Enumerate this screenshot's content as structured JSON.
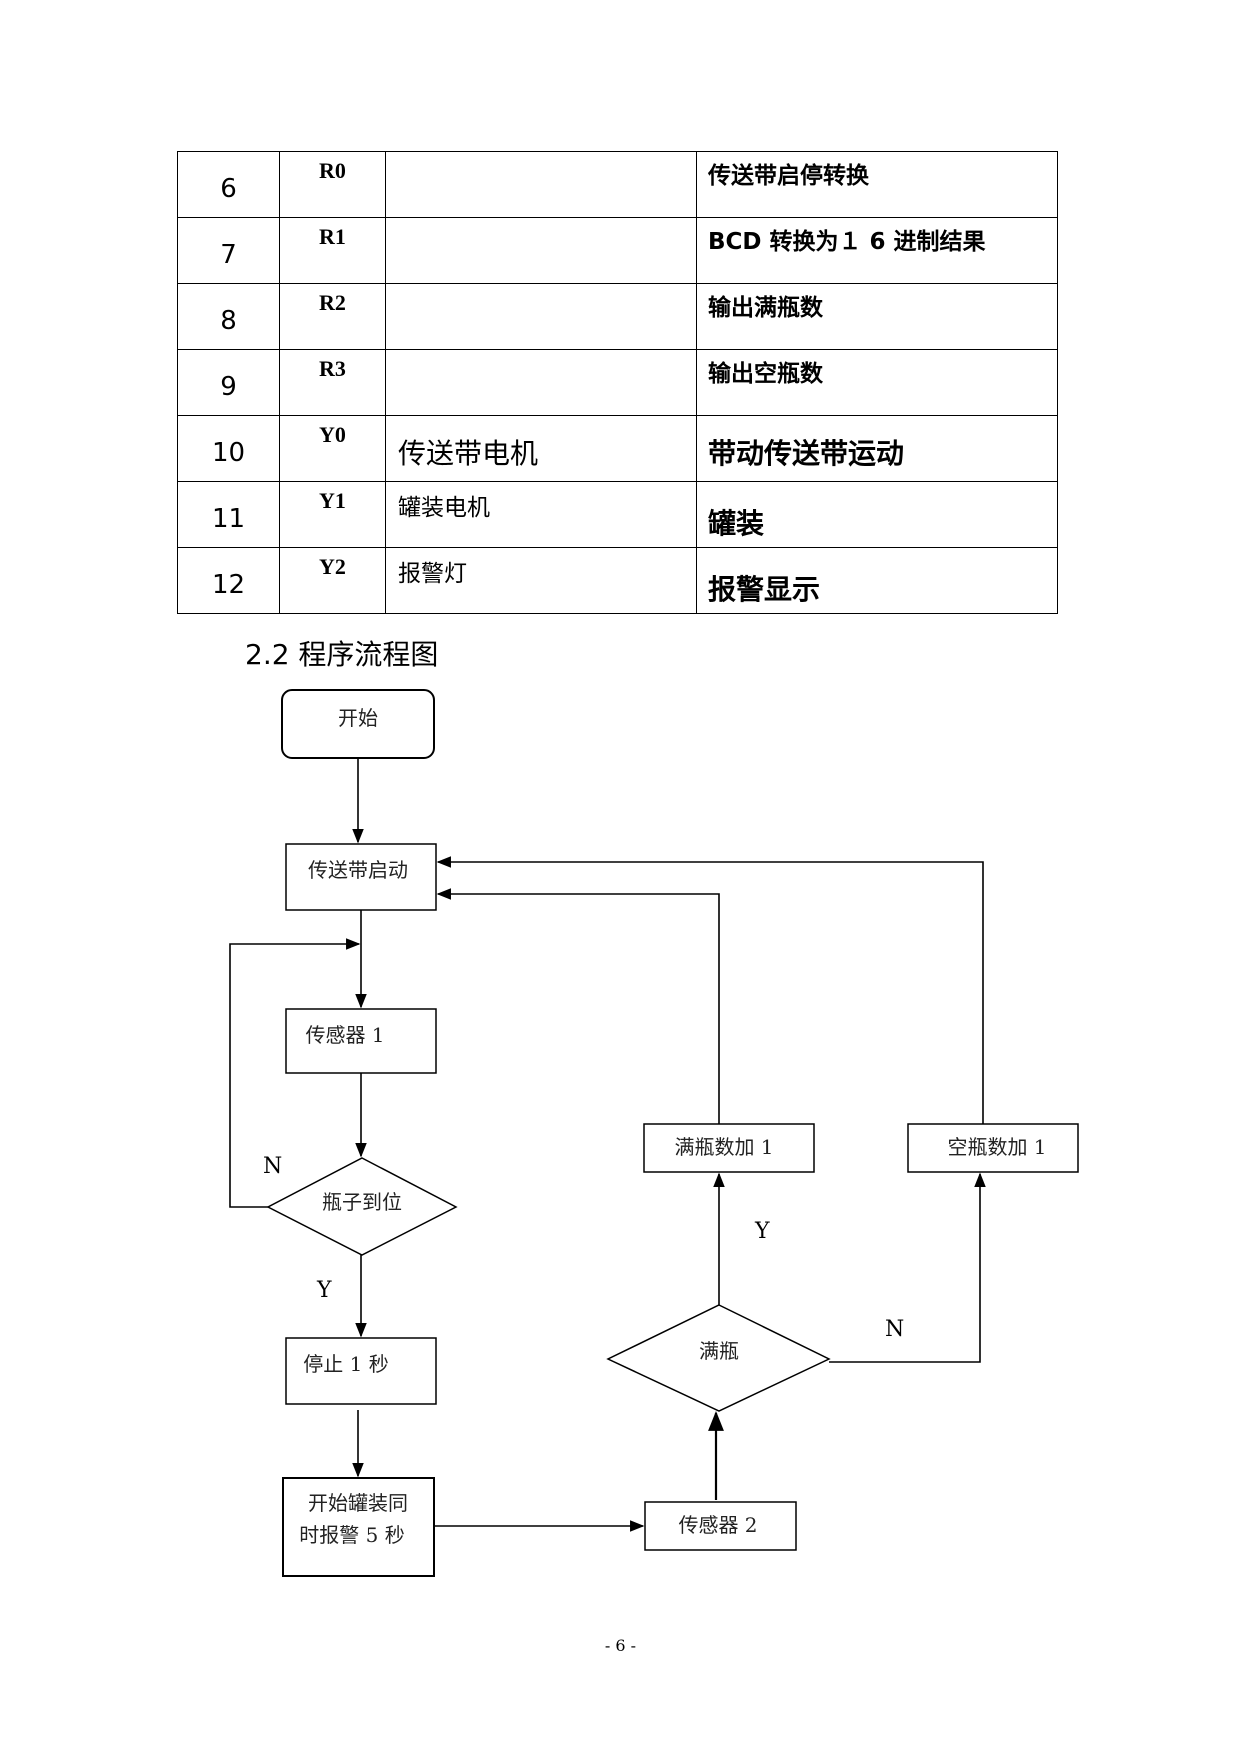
{
  "table": {
    "rows": [
      {
        "no": "6",
        "addr": "R0",
        "device": "",
        "function": "传送带启停转换"
      },
      {
        "no": "7",
        "addr": "R1",
        "device": "",
        "function": "BCD  转换为１ 6 进制结果"
      },
      {
        "no": "8",
        "addr": "R2",
        "device": "",
        "function": "输出满瓶数"
      },
      {
        "no": "9",
        "addr": "R3",
        "device": "",
        "function": "输出空瓶数"
      },
      {
        "no": "10",
        "addr": "Y0",
        "device": "传送带电机",
        "function": "带动传送带运动"
      },
      {
        "no": "11",
        "addr": "Y1",
        "device": "罐装电机",
        "function": "罐装"
      },
      {
        "no": "12",
        "addr": "Y2",
        "device": "报警灯",
        "function": "报警显示"
      }
    ]
  },
  "section_title": "2.2 程序流程图",
  "flowchart": {
    "start": "开始",
    "conveyor_start": "传送带启动",
    "sensor1": "传感器 1",
    "bottle_in_place": "瓶子到位",
    "stop_1s": "停止 1 秒",
    "fill_alarm_line1": "开始罐装同",
    "fill_alarm_line2": "时报警 5 秒",
    "sensor2": "传感器 2",
    "full_bottle": "满瓶",
    "full_count_add": "满瓶数加 1",
    "empty_count_add": "空瓶数加 1",
    "label_n1": "N",
    "label_y1": "Y",
    "label_y2": "Y",
    "label_n2": "N"
  },
  "page_number": "- 6 -"
}
